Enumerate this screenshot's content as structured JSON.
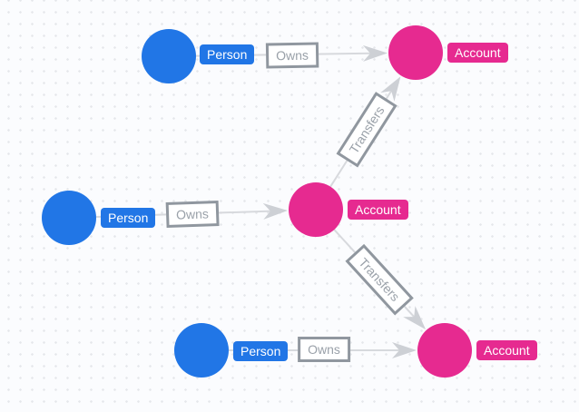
{
  "colors": {
    "person_node": "#2176e6",
    "account_node": "#e62a90",
    "edge_line": "#d7d9dd",
    "edge_arrow": "#cdd0d5",
    "relationship_border": "#90979f",
    "relationship_text": "#9aa1a9",
    "node_label_text": "#ffffff",
    "canvas_background": "#fbfcfe",
    "grid_dot": "#e5e7eb"
  },
  "graph": {
    "nodes": [
      {
        "id": "person-1",
        "type": "Person",
        "label": "Person"
      },
      {
        "id": "person-2",
        "type": "Person",
        "label": "Person"
      },
      {
        "id": "person-3",
        "type": "Person",
        "label": "Person"
      },
      {
        "id": "account-1",
        "type": "Account",
        "label": "Account"
      },
      {
        "id": "account-2",
        "type": "Account",
        "label": "Account"
      },
      {
        "id": "account-3",
        "type": "Account",
        "label": "Account"
      }
    ],
    "edges": [
      {
        "from": "person-1",
        "to": "account-1",
        "label": "Owns"
      },
      {
        "from": "person-2",
        "to": "account-2",
        "label": "Owns"
      },
      {
        "from": "person-3",
        "to": "account-3",
        "label": "Owns"
      },
      {
        "from": "account-2",
        "to": "account-1",
        "label": "Transfers"
      },
      {
        "from": "account-2",
        "to": "account-3",
        "label": "Transfers"
      }
    ]
  }
}
